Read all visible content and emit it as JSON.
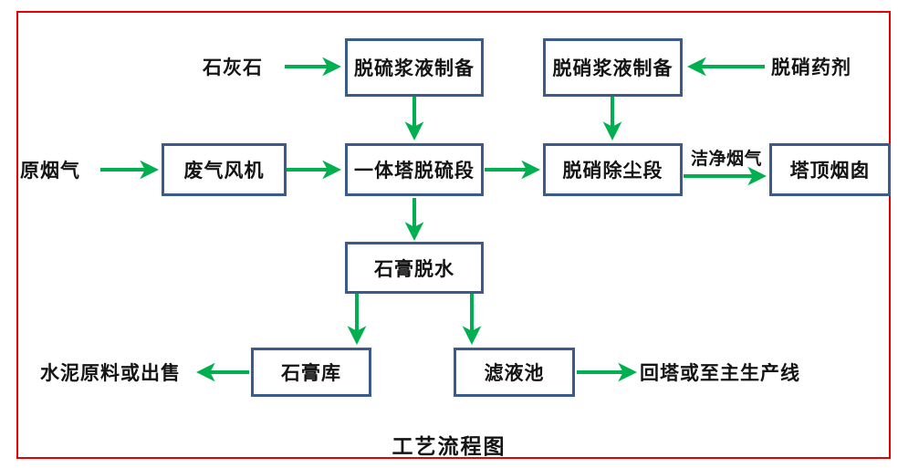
{
  "diagram": {
    "title": "工艺流程图",
    "border_color": "#e60000",
    "node_border_color": "#3a5b8c",
    "arrow_color": "#00b050",
    "nodes": [
      {
        "id": "desulf-slurry-prep",
        "label": "脱硫浆液制备"
      },
      {
        "id": "denitr-slurry-prep",
        "label": "脱硝浆液制备"
      },
      {
        "id": "exhaust-fan",
        "label": "废气风机"
      },
      {
        "id": "tower-desulf-stage",
        "label": "一体塔脱硫段"
      },
      {
        "id": "denitr-dedust-stage",
        "label": "脱硝除尘段"
      },
      {
        "id": "tower-top-stack",
        "label": "塔顶烟囱"
      },
      {
        "id": "gypsum-dewatering",
        "label": "石膏脱水"
      },
      {
        "id": "gypsum-store",
        "label": "石膏库"
      },
      {
        "id": "filtrate-pond",
        "label": "滤液池"
      }
    ],
    "labels": [
      {
        "id": "limestone",
        "label": "石灰石"
      },
      {
        "id": "denitr-agent",
        "label": "脱硝药剂"
      },
      {
        "id": "raw-flue-gas",
        "label": "原烟气"
      },
      {
        "id": "cement-or-sale",
        "label": "水泥原料或出售"
      },
      {
        "id": "return-or-mainline",
        "label": "回塔或至主生产线"
      }
    ],
    "edge_labels": [
      {
        "id": "clean-flue-gas",
        "label": "洁净烟气"
      }
    ]
  }
}
